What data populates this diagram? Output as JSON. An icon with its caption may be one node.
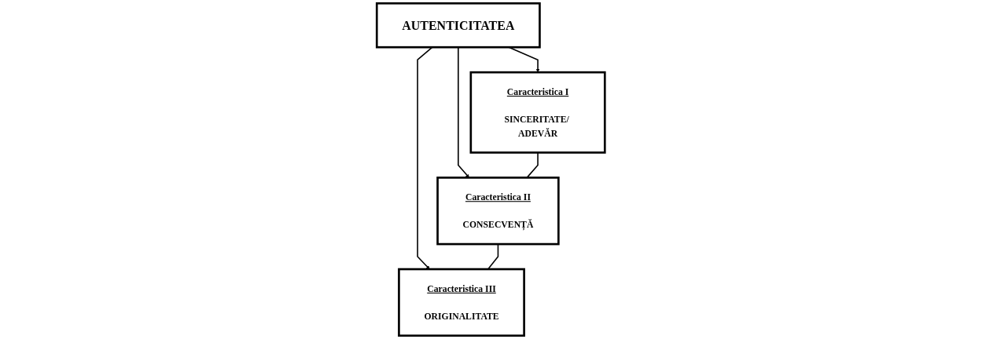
{
  "diagram": {
    "nodes": [
      {
        "text": [
          "AUTENTICITATEA"
        ]
      },
      {
        "text": [
          "Caracteristica I",
          "SINCERITATE/ ADEVĂR"
        ]
      },
      {
        "text": [
          "Caracteristica II",
          "CONSECVENȚĂ"
        ]
      },
      {
        "text": [
          "Caracteristica III",
          "ORIGINALITATE"
        ]
      }
    ],
    "edges": [
      {
        "from": 0,
        "to": 1,
        "arrow": "to"
      },
      {
        "from": 0,
        "to": 2,
        "arrow": "to"
      },
      {
        "from": 0,
        "to": 3,
        "arrow": "to"
      },
      {
        "from": 1,
        "to": 2,
        "arrow": "none"
      },
      {
        "from": 2,
        "to": 3,
        "arrow": "none"
      }
    ]
  }
}
